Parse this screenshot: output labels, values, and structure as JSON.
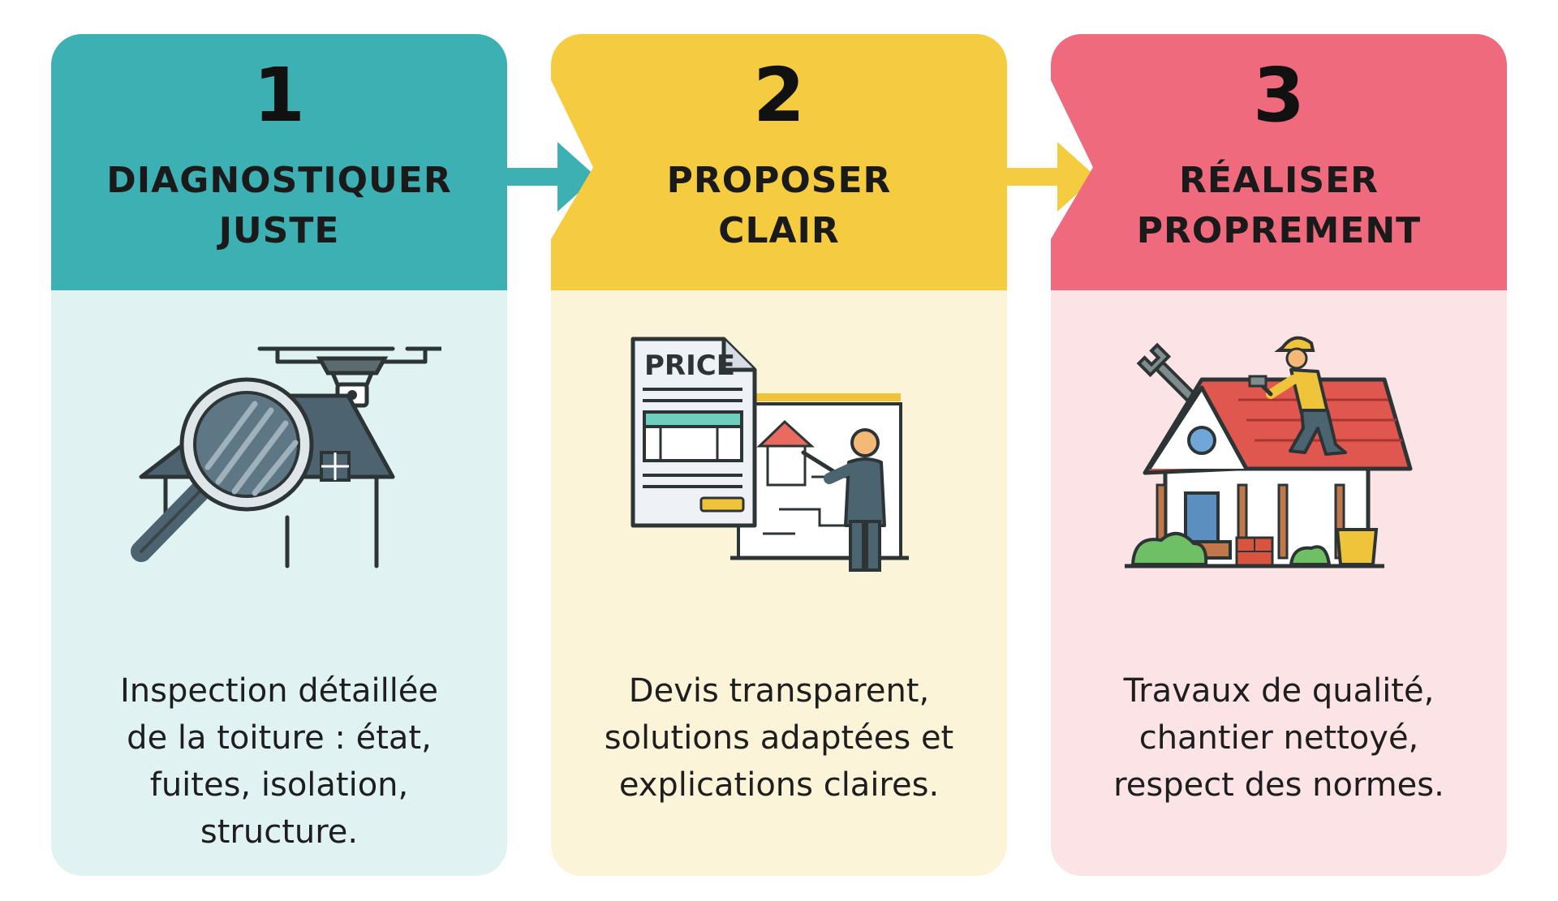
{
  "colors": {
    "teal": "#3cb0b2",
    "teal_light": "#e0f3f2",
    "yellow": "#f5cc40",
    "yellow_light": "#fcf4d9",
    "pink": "#ef6a7c",
    "pink_light": "#fbe3e6"
  },
  "steps": [
    {
      "number": "1",
      "title_lines": [
        "DIAGNOSTIQUER",
        "JUSTE"
      ],
      "icon": "magnifier-house-drone-icon",
      "desc_lines": [
        "Inspection détaillée",
        "de la toiture : état,",
        "fuites, isolation,",
        "structure."
      ]
    },
    {
      "number": "2",
      "title_lines": [
        "PROPOSER",
        "CLAIR"
      ],
      "icon": "quote-document-presenter-icon",
      "icon_text": "PRICE",
      "desc_lines": [
        "Devis transparent,",
        "solutions adaptées et",
        "explications claires."
      ]
    },
    {
      "number": "3",
      "title_lines": [
        "RÉALISER",
        "PROPREMENT"
      ],
      "icon": "roofer-house-wrench-icon",
      "desc_lines": [
        "Travaux de qualité,",
        "chantier nettoyé,",
        "respect des normes."
      ]
    }
  ]
}
